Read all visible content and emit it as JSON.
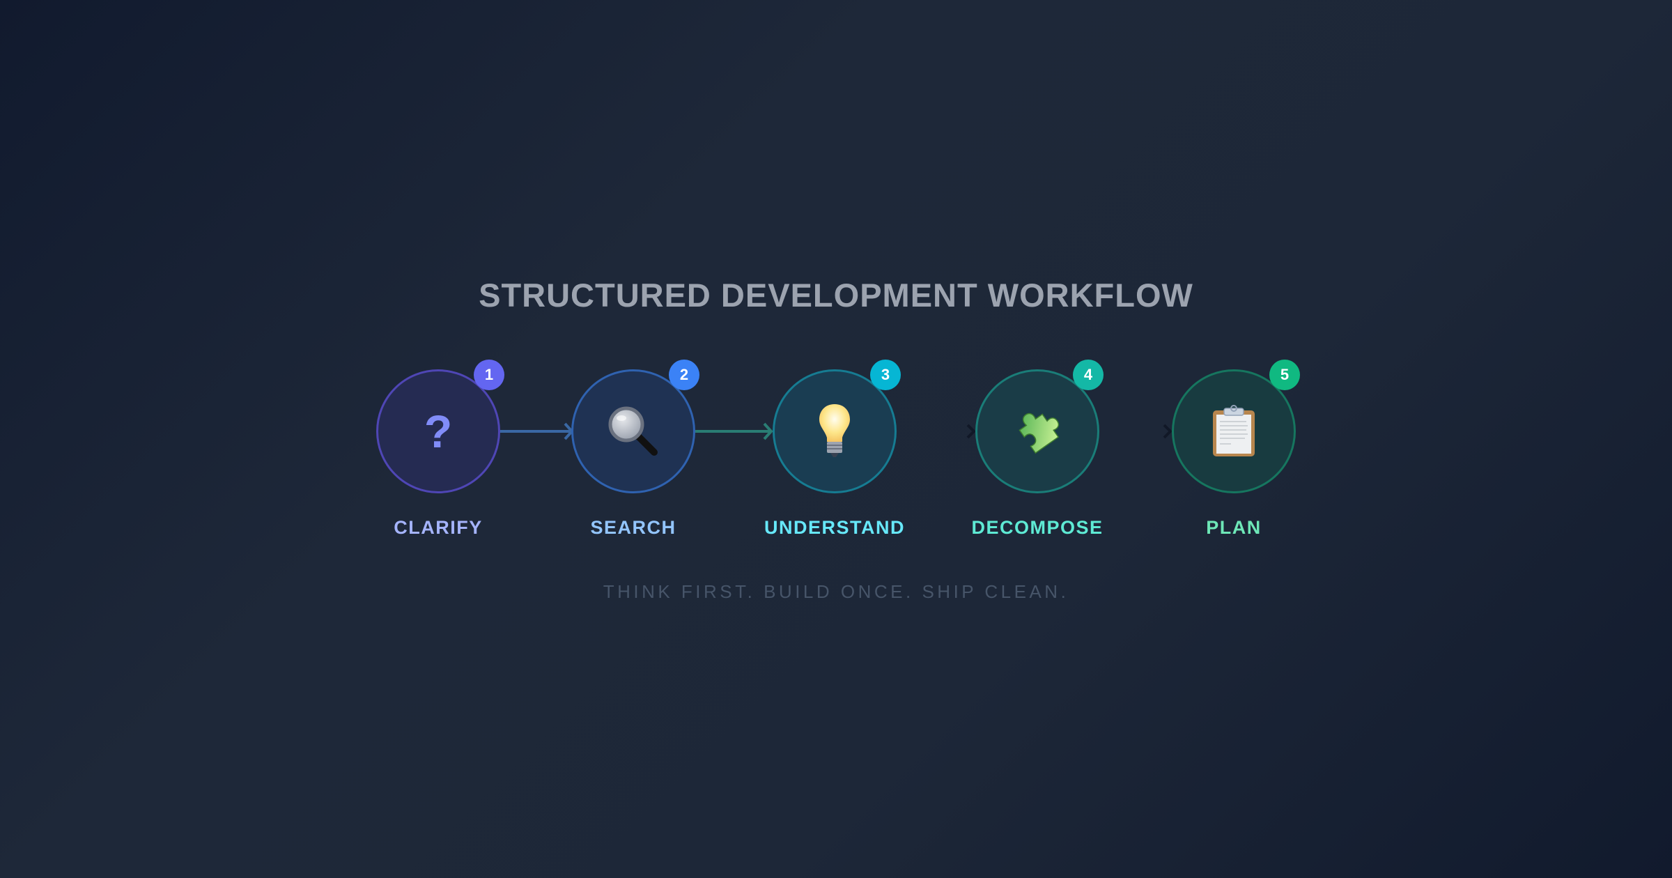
{
  "title": "STRUCTURED DEVELOPMENT WORKFLOW",
  "tagline": "THINK FIRST. BUILD ONCE. SHIP CLEAN.",
  "steps": [
    {
      "number": "1",
      "label": "CLARIFY",
      "icon": "question-mark-icon",
      "glyph": "?",
      "badge_color": "#6366f1",
      "ring_color": "#4f46b5",
      "fill_color": "#252b52",
      "label_color": "#a5b4fc"
    },
    {
      "number": "2",
      "label": "SEARCH",
      "icon": "magnifying-glass-icon",
      "badge_color": "#3b82f6",
      "ring_color": "#2f62b0",
      "fill_color": "#1f3253",
      "label_color": "#93c5fd"
    },
    {
      "number": "3",
      "label": "UNDERSTAND",
      "icon": "light-bulb-icon",
      "badge_color": "#06b6d4",
      "ring_color": "#167c92",
      "fill_color": "#1a3d52",
      "label_color": "#67e8f9"
    },
    {
      "number": "4",
      "label": "DECOMPOSE",
      "icon": "puzzle-piece-icon",
      "badge_color": "#14b8a6",
      "ring_color": "#1a7d78",
      "fill_color": "#1a3c47",
      "label_color": "#5eead4"
    },
    {
      "number": "5",
      "label": "PLAN",
      "icon": "clipboard-icon",
      "badge_color": "#10b981",
      "ring_color": "#16765f",
      "fill_color": "#183b40",
      "label_color": "#6ee7b7"
    }
  ],
  "connectors": [
    {
      "from": "1",
      "to": "2",
      "color": "#3a68a4"
    },
    {
      "from": "2",
      "to": "3",
      "color": "#2a7d74"
    },
    {
      "from": "3",
      "to": "4",
      "color": "#131b29"
    },
    {
      "from": "4",
      "to": "5",
      "color": "#131b29"
    }
  ]
}
